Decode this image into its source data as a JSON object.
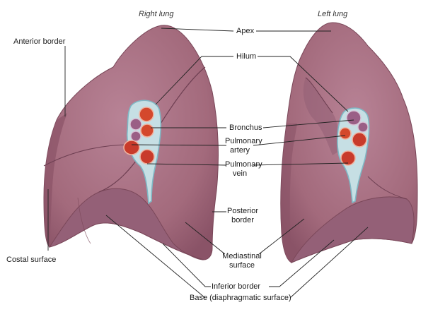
{
  "titles": {
    "right_lung": "Right lung",
    "left_lung": "Left lung"
  },
  "labels": {
    "apex": "Apex",
    "anterior_border": "Anterior border",
    "hilum": "Hilum",
    "bronchus": "Bronchus",
    "pulmonary_artery_1": "Pulmonary",
    "pulmonary_artery_2": "artery",
    "pulmonary_vein_1": "Pulmonary",
    "pulmonary_vein_2": "vein",
    "posterior_border_1": "Posterior",
    "posterior_border_2": "border",
    "costal_surface": "Costal surface",
    "mediastinal_surface_1": "Mediastinal",
    "mediastinal_surface_2": "surface",
    "inferior_border": "Inferior border",
    "base": "Base (diaphragmatic surface)"
  },
  "colors": {
    "lung_fill": "#a36a7c",
    "lung_shadow": "#8a5367",
    "lung_light": "#b88396",
    "fissure": "#6e3f52",
    "hilum_outline": "#9fd0da",
    "artery": "#d4482c",
    "vein": "#c83b2b",
    "bronchus": "#9a5f86",
    "leader_line": "#222222"
  }
}
